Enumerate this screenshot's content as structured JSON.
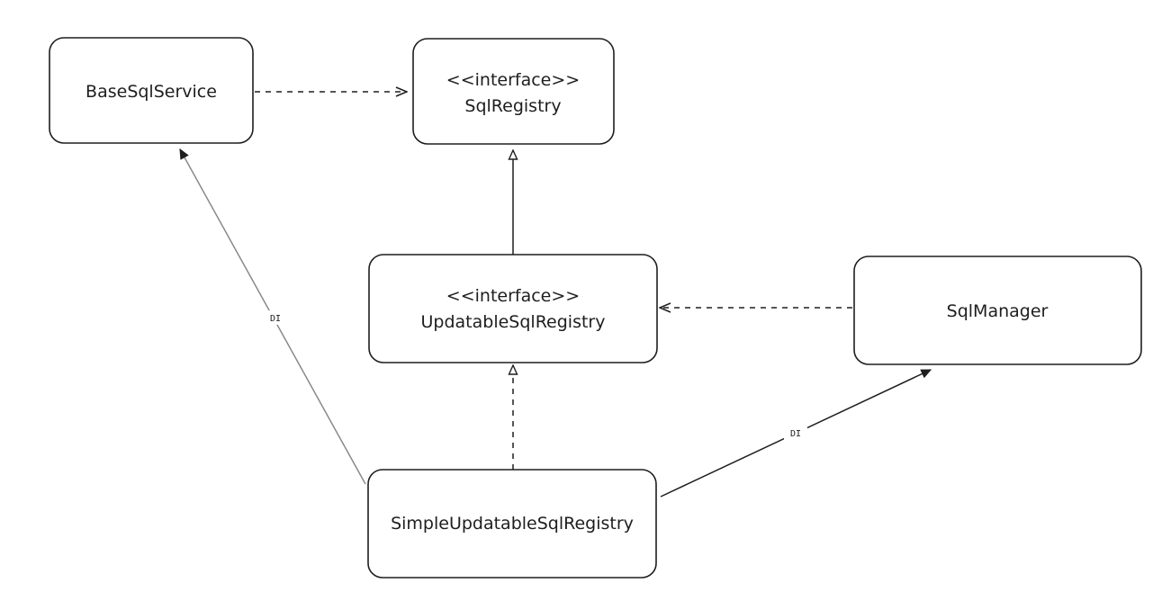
{
  "diagram": {
    "nodes": {
      "base_sql_service": {
        "lines": [
          "BaseSqlService"
        ]
      },
      "sql_registry": {
        "lines": [
          "<<interface>>",
          "SqlRegistry"
        ]
      },
      "updatable_sql_registry": {
        "lines": [
          "<<interface>>",
          "UpdatableSqlRegistry"
        ]
      },
      "sql_manager": {
        "lines": [
          "SqlManager"
        ]
      },
      "simple_updatable_sql_registry": {
        "lines": [
          "SimpleUpdatableSqlRegistry"
        ]
      }
    },
    "edges": {
      "base_to_registry": {
        "from": "BaseSqlService",
        "to": "SqlRegistry",
        "style": "dashed",
        "head": "open"
      },
      "updatable_to_registry": {
        "from": "UpdatableSqlRegistry",
        "to": "SqlRegistry",
        "style": "solid",
        "head": "hollow-triangle"
      },
      "manager_to_updatable": {
        "from": "SqlManager",
        "to": "UpdatableSqlRegistry",
        "style": "dashed",
        "head": "open"
      },
      "simple_to_updatable": {
        "from": "SimpleUpdatableSqlRegistry",
        "to": "UpdatableSqlRegistry",
        "style": "dashed",
        "head": "hollow-triangle"
      },
      "simple_to_base": {
        "from": "SimpleUpdatableSqlRegistry",
        "to": "BaseSqlService",
        "style": "solid",
        "head": "filled",
        "label": "DI"
      },
      "simple_to_manager": {
        "from": "SimpleUpdatableSqlRegistry",
        "to": "SqlManager",
        "style": "solid",
        "head": "filled",
        "label": "DI"
      }
    },
    "colors": {
      "stroke": "#1e1e1e",
      "di_line_left": "#8a8a8a",
      "background": "#ffffff"
    }
  }
}
